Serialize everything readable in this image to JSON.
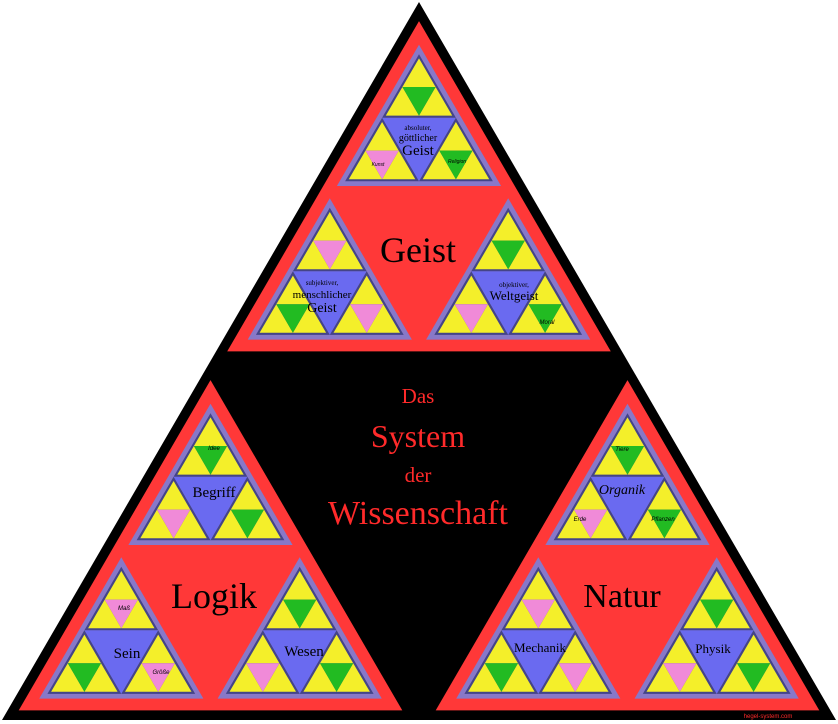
{
  "center_title": {
    "line1": "Das",
    "line2": "System",
    "line3": "der",
    "line4": "Wissenschaft"
  },
  "sections": {
    "geist": {
      "title": "Geist",
      "sub_top": {
        "line1": "absoluter,",
        "line2": "göttlicher",
        "line3": "Geist"
      },
      "sub_left": {
        "line1": "subjektiver,",
        "line2": "menschlicher",
        "line3": "Geist"
      },
      "sub_right": {
        "line1": "objektiver,",
        "line2": "Weltgeist"
      },
      "minor": {
        "religion": "Religion",
        "kunst": "Kunst",
        "moral": "Moral"
      }
    },
    "logik": {
      "title": "Logik",
      "sub_top": "Begriff",
      "sub_left": "Sein",
      "sub_right": "Wesen",
      "minor": {
        "idee": "Idee",
        "mass": "Maß",
        "groesse": "Größe"
      }
    },
    "natur": {
      "title": "Natur",
      "sub_top": "Organik",
      "sub_left": "Mechanik",
      "sub_right": "Physik",
      "minor": {
        "tiere": "Tiere",
        "erde": "Erde",
        "pflanzen": "Pflanzen"
      }
    }
  },
  "footer": {
    "site": "hegel-system.com"
  },
  "colors": {
    "background": "#000000",
    "red": "#ff3838",
    "blue": "#6a6af0",
    "green": "#22bb22",
    "yellow": "#f4ef2a",
    "pink": "#f08ad8",
    "title_red": "#ff2a2a"
  }
}
